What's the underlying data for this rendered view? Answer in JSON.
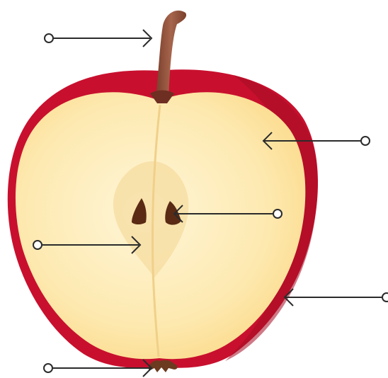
{
  "diagram": {
    "subject": "apple-cross-section",
    "label_text": [],
    "colors": {
      "skin": "#c8102e",
      "skin_shadow": "#a50c25",
      "flesh_light": "#fff6d8",
      "flesh_dark": "#fce39b",
      "core": "#f6dca0",
      "stem": "#9b5a45",
      "seed": "#5a2a14",
      "calyx": "#6b3a1f",
      "pointer": "#2b2b2b"
    },
    "pointers": [
      {
        "id": "stem",
        "target": "stem"
      },
      {
        "id": "flesh",
        "target": "flesh"
      },
      {
        "id": "seed",
        "target": "seed"
      },
      {
        "id": "core",
        "target": "core"
      },
      {
        "id": "skin",
        "target": "skin"
      },
      {
        "id": "calyx",
        "target": "calyx"
      }
    ]
  }
}
